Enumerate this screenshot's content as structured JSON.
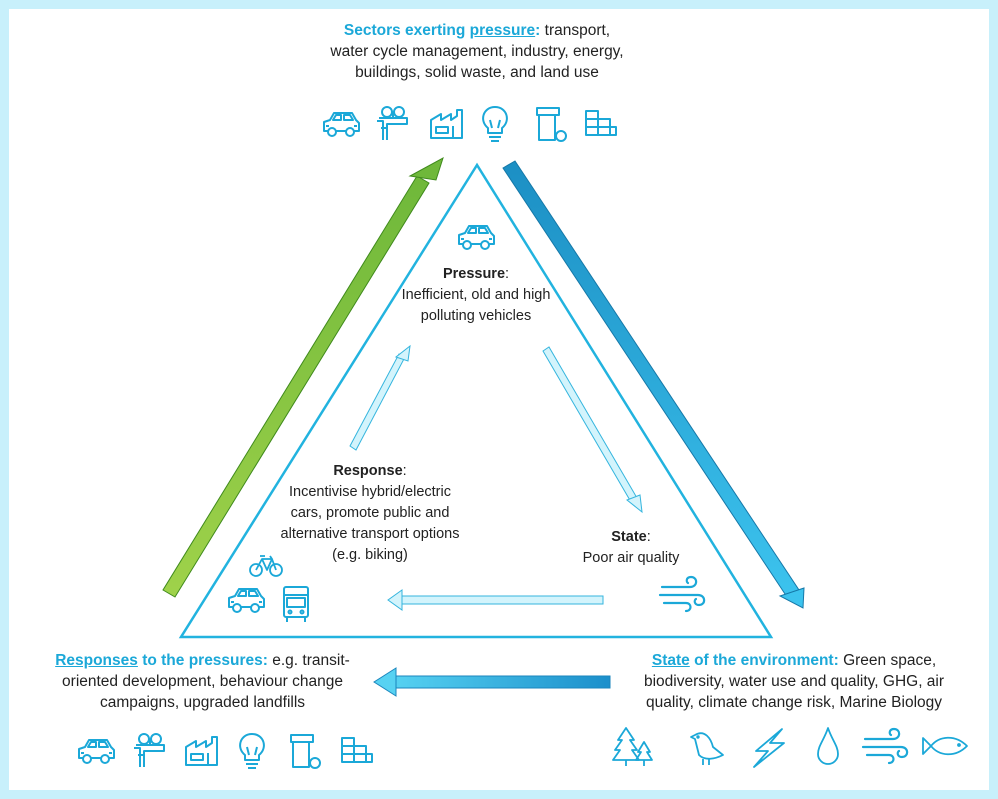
{
  "colors": {
    "background": "#c8f0fb",
    "accent": "#1ba8d8",
    "outer_arrow_green": "#8cc63f",
    "outer_arrow_blue": "#1fa0d2",
    "inner_arrow": "#bfeefa",
    "text": "#222222"
  },
  "sectors": {
    "title_a": "Sectors exerting ",
    "title_b": "pressure",
    "title_c": ":",
    "line1": " transport,",
    "line2": "water cycle management, industry, energy,",
    "line3": "buildings, solid waste, and land use",
    "icons": [
      "car-icon",
      "water-tap-icon",
      "factory-icon",
      "lightbulb-icon",
      "waste-bin-icon",
      "bricks-icon"
    ]
  },
  "pressure": {
    "title": "Pressure",
    "colon": ":",
    "line1": "Inefficient, old and high",
    "line2": "polluting vehicles",
    "icon": "car-icon"
  },
  "response": {
    "title": "Response",
    "colon": ":",
    "line1": "Incentivise hybrid/electric",
    "line2": "cars, promote public and",
    "line3": "alternative transport options",
    "line4": "(e.g. biking)",
    "icons": [
      "bicycle-icon",
      "car-icon",
      "bus-icon"
    ]
  },
  "state": {
    "title": "State",
    "colon": ":",
    "line1": "Poor air quality",
    "icon": "wind-icon"
  },
  "responses_pressures": {
    "title_a": "Responses",
    "title_b": " to the pressures:",
    "line1": " e.g. transit-",
    "line2": "oriented development, behaviour change",
    "line3": "campaigns, upgraded landfills",
    "icons": [
      "car-icon",
      "water-tap-icon",
      "factory-icon",
      "lightbulb-icon",
      "waste-bin-icon",
      "bricks-icon"
    ]
  },
  "state_env": {
    "title_a": "State",
    "title_b": " of the environment:",
    "line1": " Green space,",
    "line2": "biodiversity, water use and quality, GHG, air",
    "line3": "quality, climate change risk, Marine Biology",
    "icons": [
      "trees-icon",
      "bird-icon",
      "lightning-icon",
      "water-drop-icon",
      "wind-icon",
      "fish-icon"
    ]
  }
}
